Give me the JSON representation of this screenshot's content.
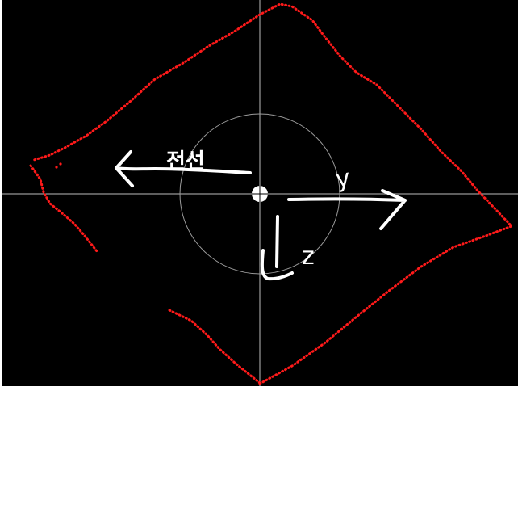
{
  "viewer": {
    "background": "#000000",
    "crosshair_color": "#bbbbbb",
    "circle_color": "#9a9a9a",
    "scan_color": "#ff1a1a",
    "annotation_color": "#ffffff"
  },
  "annotations": {
    "forward_label": "전선",
    "y_label": "y",
    "z_label": "z"
  },
  "icons": {
    "sensor_origin": "filled-circle-with-cross",
    "forward_arrow": "left-arrow",
    "y_arrow": "right-arrow",
    "z_axis": "down-right-angle"
  }
}
